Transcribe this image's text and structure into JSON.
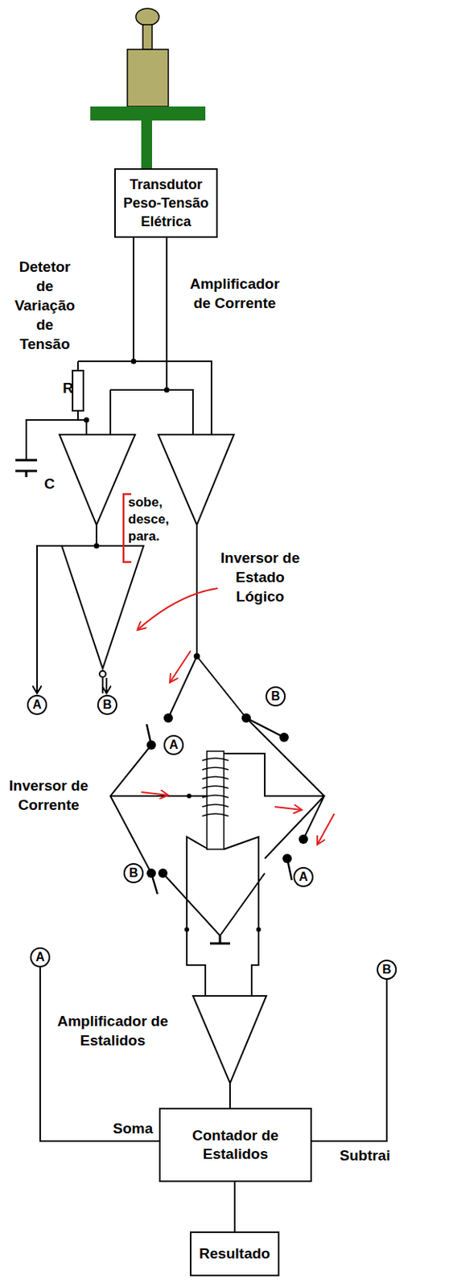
{
  "diagram": {
    "nodes": [
      {
        "text": [
          "Transdutor Peso-Tensão Elétrica"
        ]
      },
      {
        "text": [
          "A"
        ]
      },
      {
        "text": [
          "B"
        ]
      },
      {
        "text": [
          "B"
        ]
      },
      {
        "text": [
          "A"
        ]
      },
      {
        "text": [
          "B"
        ]
      },
      {
        "text": [
          "A"
        ]
      },
      {
        "text": [
          "A"
        ]
      },
      {
        "text": [
          "B"
        ]
      },
      {
        "text": [
          "Contador de Estalidos"
        ]
      },
      {
        "text": [
          "Resultado"
        ]
      }
    ],
    "edges": [
      {
        "from": 7,
        "to": 9,
        "arrow": "none",
        "label": "Soma"
      },
      {
        "from": 8,
        "to": 9,
        "arrow": "none",
        "label": "Subtrai"
      },
      {
        "from": 9,
        "to": 10,
        "arrow": "none"
      }
    ],
    "labels": [
      "Detetor de Variação de Tensão",
      "Amplificador de Corrente",
      "R",
      "C",
      "sobe, desce, para.",
      "Inversor de Estado Lógico",
      "Inversor de Corrente",
      "Amplificador de Estalidos"
    ]
  }
}
